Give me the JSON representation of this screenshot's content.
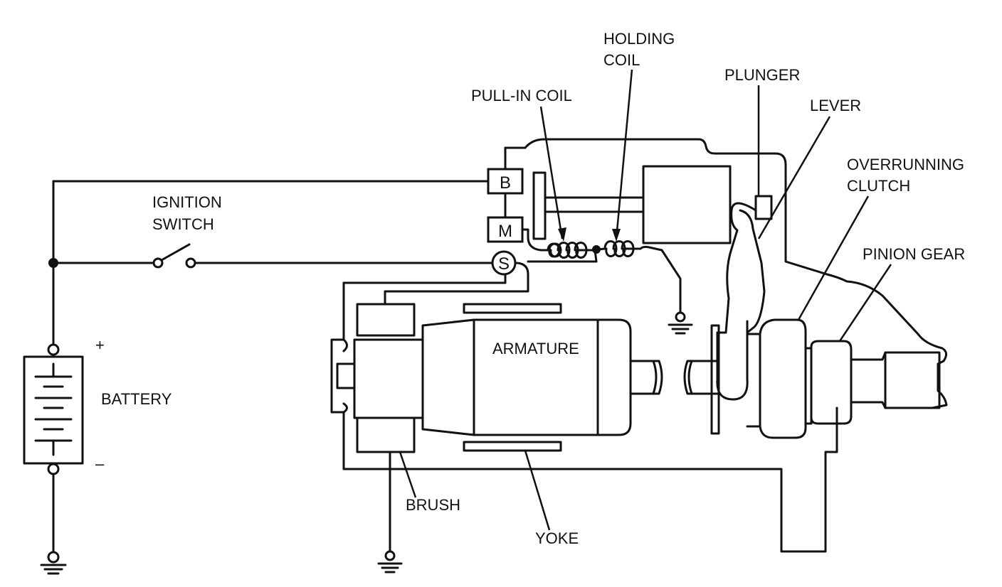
{
  "labels": {
    "holding_coil_1": "HOLDING",
    "holding_coil_2": "COIL",
    "pull_in_coil": "PULL-IN COIL",
    "plunger": "PLUNGER",
    "lever": "LEVER",
    "overrunning_clutch_1": "OVERRUNNING",
    "overrunning_clutch_2": "CLUTCH",
    "ignition_switch_1": "IGNITION",
    "ignition_switch_2": "SWITCH",
    "pinion_gear": "PINION GEAR",
    "armature": "ARMATURE",
    "battery": "BATTERY",
    "battery_plus": "+",
    "battery_minus": "–",
    "brush": "BRUSH",
    "yoke": "YOKE"
  },
  "terminals": {
    "b": "B",
    "m": "M",
    "s": "S"
  }
}
